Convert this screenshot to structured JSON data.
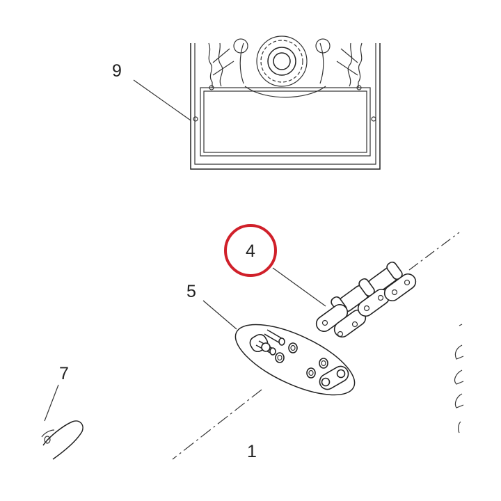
{
  "callouts": {
    "c1": "1",
    "c4": "4",
    "c5": "5",
    "c7": "7",
    "c9": "9"
  },
  "highlight_color": "#d0202a",
  "line_color": "#222222"
}
